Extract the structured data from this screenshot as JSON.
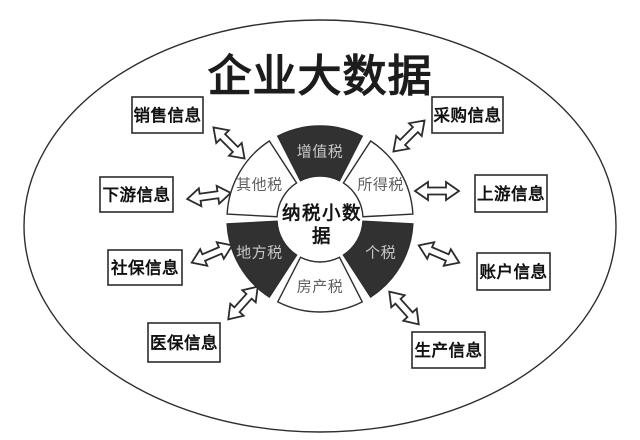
{
  "title": "企业大数据",
  "donut": {
    "center_label_line1": "纳税小数",
    "center_label_line2": "据",
    "segments": [
      {
        "label": "增值税",
        "filled": true
      },
      {
        "label": "所得税",
        "filled": false
      },
      {
        "label": "个税",
        "filled": true
      },
      {
        "label": "房产税",
        "filled": false
      },
      {
        "label": "地方税",
        "filled": true
      },
      {
        "label": "其他税",
        "filled": false
      }
    ]
  },
  "boxes": [
    {
      "label": "销售信息"
    },
    {
      "label": "采购信息"
    },
    {
      "label": "下游信息"
    },
    {
      "label": "上游信息"
    },
    {
      "label": "社保信息"
    },
    {
      "label": "账户信息"
    },
    {
      "label": "医保信息"
    },
    {
      "label": "生产信息"
    }
  ],
  "colors": {
    "background": "#ffffff",
    "outline": "#2e2e2e",
    "segment_dark_fill": "#313131",
    "segment_light_fill": "#ffffff",
    "label_on_dark": "#c7c7c7",
    "label_on_light": "#5f5f5f",
    "text_primary": "#111111"
  }
}
